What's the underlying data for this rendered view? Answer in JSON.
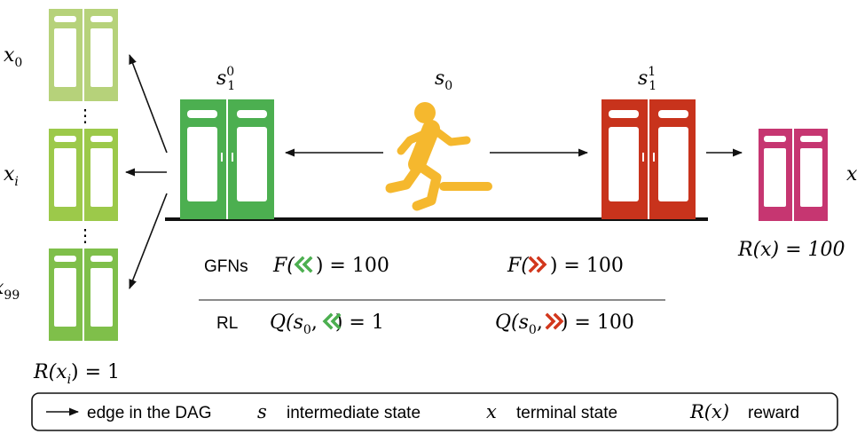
{
  "states": {
    "s0_label": "s",
    "s0_sub": "0",
    "left_label": "s",
    "left_sup": "0",
    "left_sub": "1",
    "right_label": "s",
    "right_sup": "1",
    "right_sub": "1"
  },
  "terminals": {
    "x0": "x",
    "x0_sub": "0",
    "dots1": "⋮",
    "xi": "x",
    "xi_sub": "i",
    "dots2": "⋮",
    "x99": "x",
    "x99_sub": "99",
    "right_x": "x"
  },
  "rewards": {
    "left_reward_pre": "R(x",
    "left_reward_sub": "i",
    "left_reward_post": ") = 1",
    "right_reward": "R(x) = 100"
  },
  "table": {
    "gfn_label": "GFNs",
    "rl_label": "RL",
    "gfn_left_pre": "F(",
    "gfn_left_post": ") = 100",
    "gfn_right_pre": "F(",
    "gfn_right_post": ") = 100",
    "rl_left_pre": "Q(s",
    "rl_left_sub": "0",
    "rl_left_mid": ",",
    "rl_left_post": ") = 1",
    "rl_right_pre": "Q(s",
    "rl_right_sub": "0",
    "rl_right_mid": ",",
    "rl_right_post": ") = 100"
  },
  "legend": {
    "edge_text": "edge in the DAG",
    "s_symbol": "s",
    "s_text": "intermediate state",
    "x_symbol": "x",
    "x_text": "terminal state",
    "r_symbol": "R(x)",
    "r_text": "reward"
  },
  "colors": {
    "light_green": "#b6d27a",
    "mid_green": "#9cc94a",
    "green": "#7fbf4a",
    "door_green": "#4caf50",
    "door_red": "#c8331c",
    "door_pink": "#c63671",
    "runner": "#f5b82e",
    "chevron_green": "#4caf50",
    "chevron_red": "#d2371c"
  }
}
